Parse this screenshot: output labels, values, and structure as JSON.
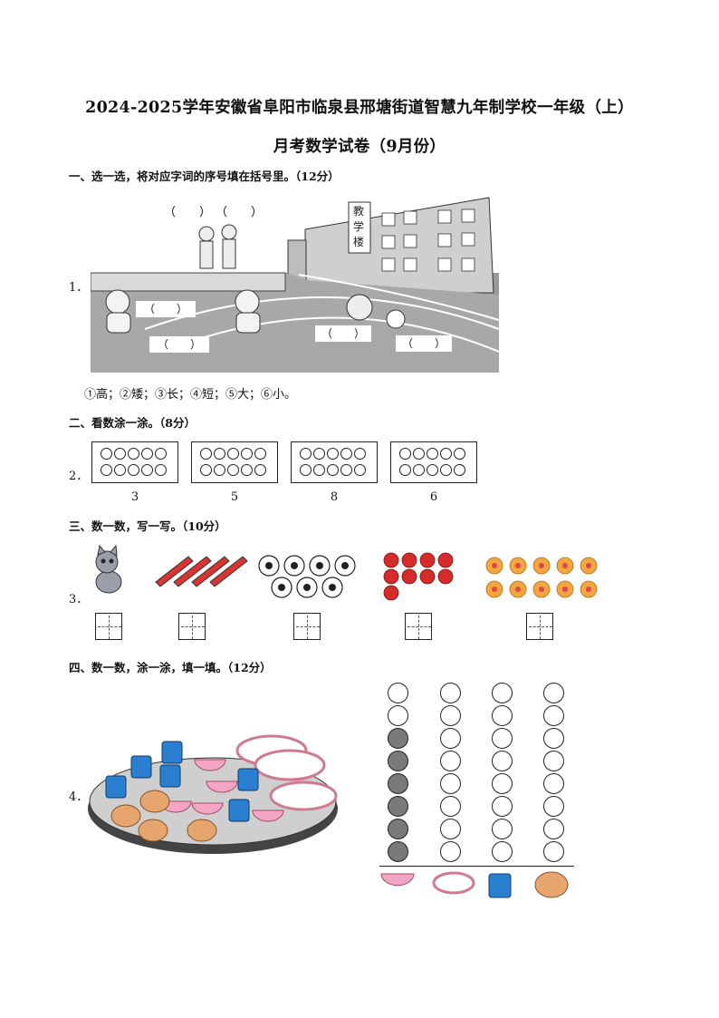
{
  "title_line1": "2024-2025学年安徽省阜阳市临泉县邢塘街道智慧九年制学校一年级（上）",
  "title_line2": "月考数学试卷（9月份）",
  "sections": [
    {
      "heading": "一、选一选，将对应字词的序号填在括号里。（12分）",
      "num": "1．"
    },
    {
      "heading": "二、看数涂一涂。（8分）",
      "num": "2．"
    },
    {
      "heading": "三、数一数，写一写。（10分）",
      "num": "3．"
    },
    {
      "heading": "四、数一数，涂一涂，填一填。（12分）",
      "num": "4．"
    }
  ],
  "q1": {
    "sign_text": "教学楼",
    "blank": "（　　）",
    "choices": "①高；②矮；③长；④短；⑤大；⑥小。"
  },
  "q2": {
    "numbers": [
      "3",
      "5",
      "8",
      "6"
    ]
  },
  "q3": {
    "items": [
      "cat",
      "pencils",
      "soccer-balls",
      "tomatoes",
      "flowers"
    ]
  },
  "q4": {
    "items": [
      "bowl",
      "plate",
      "cup",
      "cookie"
    ],
    "filled_counts": [
      6,
      0,
      0,
      0
    ],
    "total_beads": 8
  },
  "colors": {
    "ink": "#111111",
    "cup_blue": "#2a7fd0",
    "bowl_pink": "#f2a6c4",
    "tomato_red": "#d62b2b",
    "flower_orange": "#f4a640"
  }
}
